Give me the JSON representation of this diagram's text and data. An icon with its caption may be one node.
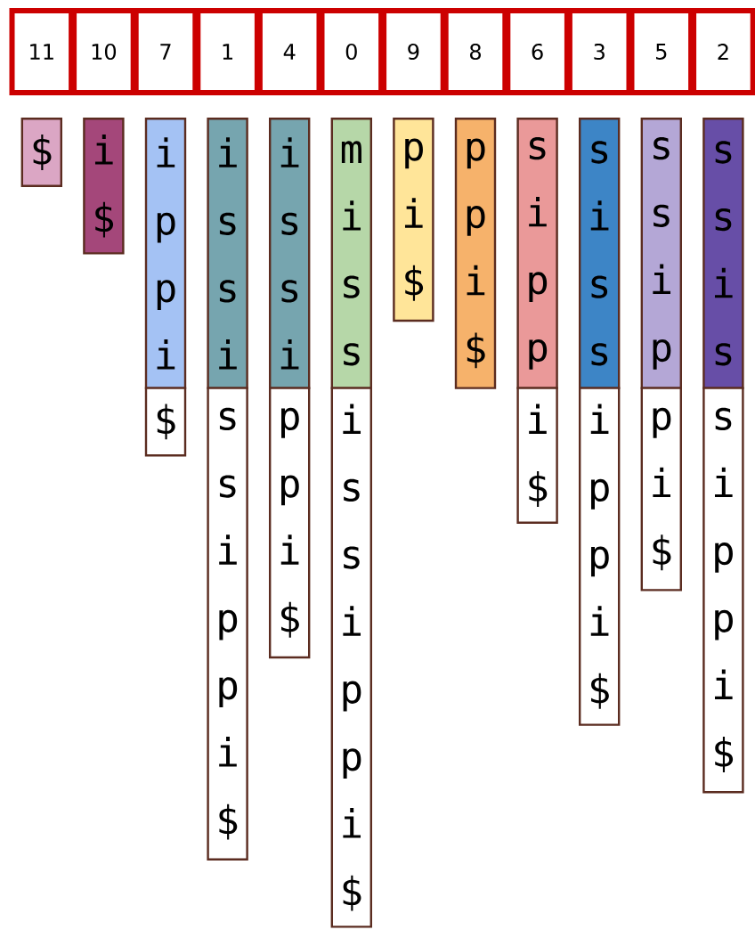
{
  "diagram": {
    "nodes": [
      {
        "text": [
          "11"
        ]
      },
      {
        "text": [
          "10"
        ]
      },
      {
        "text": [
          "7"
        ]
      },
      {
        "text": [
          "1"
        ]
      },
      {
        "text": [
          "4"
        ]
      },
      {
        "text": [
          "0"
        ]
      },
      {
        "text": [
          "9"
        ]
      },
      {
        "text": [
          "8"
        ]
      },
      {
        "text": [
          "6"
        ]
      },
      {
        "text": [
          "3"
        ]
      },
      {
        "text": [
          "5"
        ]
      },
      {
        "text": [
          "2"
        ]
      },
      {
        "text": [
          "$"
        ]
      },
      {
        "text": [
          "i",
          "$"
        ]
      },
      {
        "text": [
          "i",
          "p",
          "p",
          "i"
        ]
      },
      {
        "text": [
          "$"
        ]
      },
      {
        "text": [
          "i",
          "s",
          "s",
          "i"
        ]
      },
      {
        "text": [
          "s",
          "s",
          "i",
          "p",
          "p",
          "i",
          "$"
        ]
      },
      {
        "text": [
          "i",
          "s",
          "s",
          "i"
        ]
      },
      {
        "text": [
          "p",
          "p",
          "i",
          "$"
        ]
      },
      {
        "text": [
          "m",
          "i",
          "s",
          "s"
        ]
      },
      {
        "text": [
          "i",
          "s",
          "s",
          "i",
          "p",
          "p",
          "i",
          "$"
        ]
      },
      {
        "text": [
          "p",
          "i",
          "$"
        ]
      },
      {
        "text": [
          "p",
          "p",
          "i",
          "$"
        ]
      },
      {
        "text": [
          "s",
          "i",
          "p",
          "p"
        ]
      },
      {
        "text": [
          "i",
          "$"
        ]
      },
      {
        "text": [
          "s",
          "i",
          "s",
          "s"
        ]
      },
      {
        "text": [
          "i",
          "p",
          "p",
          "i",
          "$"
        ]
      },
      {
        "text": [
          "s",
          "s",
          "i",
          "p"
        ]
      },
      {
        "text": [
          "p",
          "i",
          "$"
        ]
      },
      {
        "text": [
          "s",
          "s",
          "i",
          "s"
        ]
      },
      {
        "text": [
          "s",
          "i",
          "p",
          "p",
          "i",
          "$"
        ]
      }
    ]
  }
}
